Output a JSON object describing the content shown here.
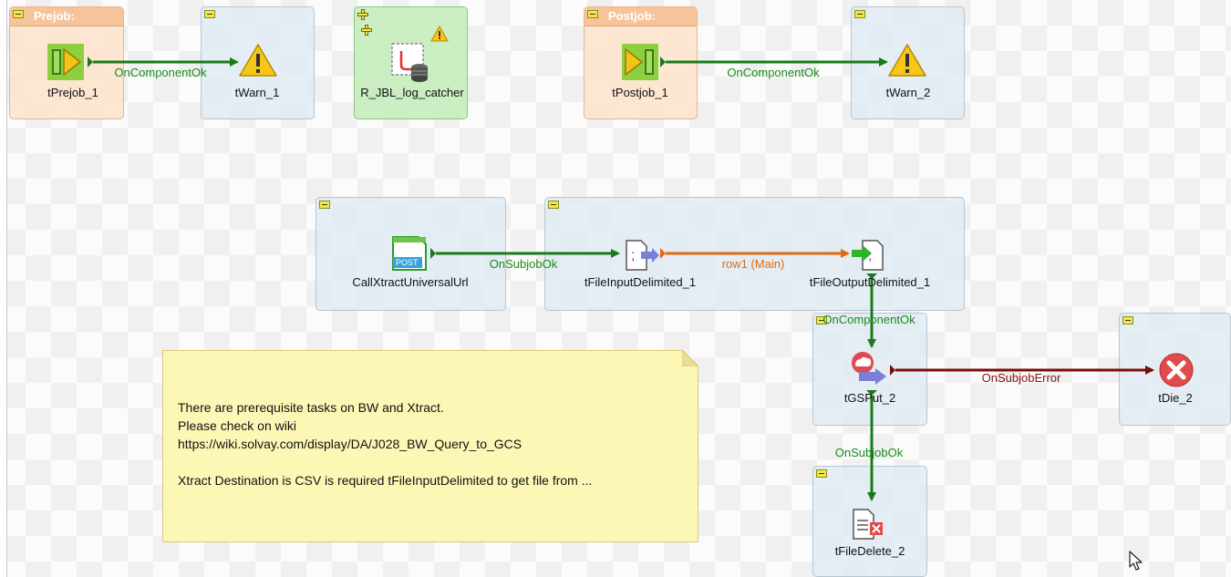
{
  "subjobs": {
    "prejob_title": "Prejob:",
    "postjob_title": "Postjob:"
  },
  "components": {
    "tPrejob_1": "tPrejob_1",
    "tWarn_1": "tWarn_1",
    "log_catcher": "R_JBL_log_catcher",
    "tPostjob_1": "tPostjob_1",
    "tWarn_2": "tWarn_2",
    "callXtract": "CallXtractUniversalUrl",
    "tFileInputDelimited_1": "tFileInputDelimited_1",
    "tFileOutputDelimited_1": "tFileOutputDelimited_1",
    "tGSPut_2": "tGSPut_2",
    "tDie_2": "tDie_2",
    "tFileDelete_2": "tFileDelete_2",
    "post_badge": "POST"
  },
  "links": {
    "prejob_ok": "OnComponentOk",
    "postjob_ok": "OnComponentOk",
    "subjob_ok_1": "OnSubjobOk",
    "row1_main": "row1 (Main)",
    "output_ok": "OnComponentOk",
    "subjob_error": "OnSubjobError",
    "subjob_ok_2": "OnSubjobOk"
  },
  "note": {
    "line1": "There are prerequisite tasks on BW and Xtract.",
    "line2": "Please check on wiki",
    "line3": "https://wiki.solvay.com/display/DA/J028_BW_Query_to_GCS",
    "line4": "",
    "line5": "Xtract Destination is CSV is required tFileInputDelimited to get file from ..."
  },
  "colors": {
    "ok_link": "#1a8a1a",
    "main_link": "#e06a12",
    "error_link": "#8a0f0f",
    "subjob_bg": "#dfeaf2",
    "prejob_bg": "#fde4ce",
    "note_bg": "#fdf7b6"
  }
}
